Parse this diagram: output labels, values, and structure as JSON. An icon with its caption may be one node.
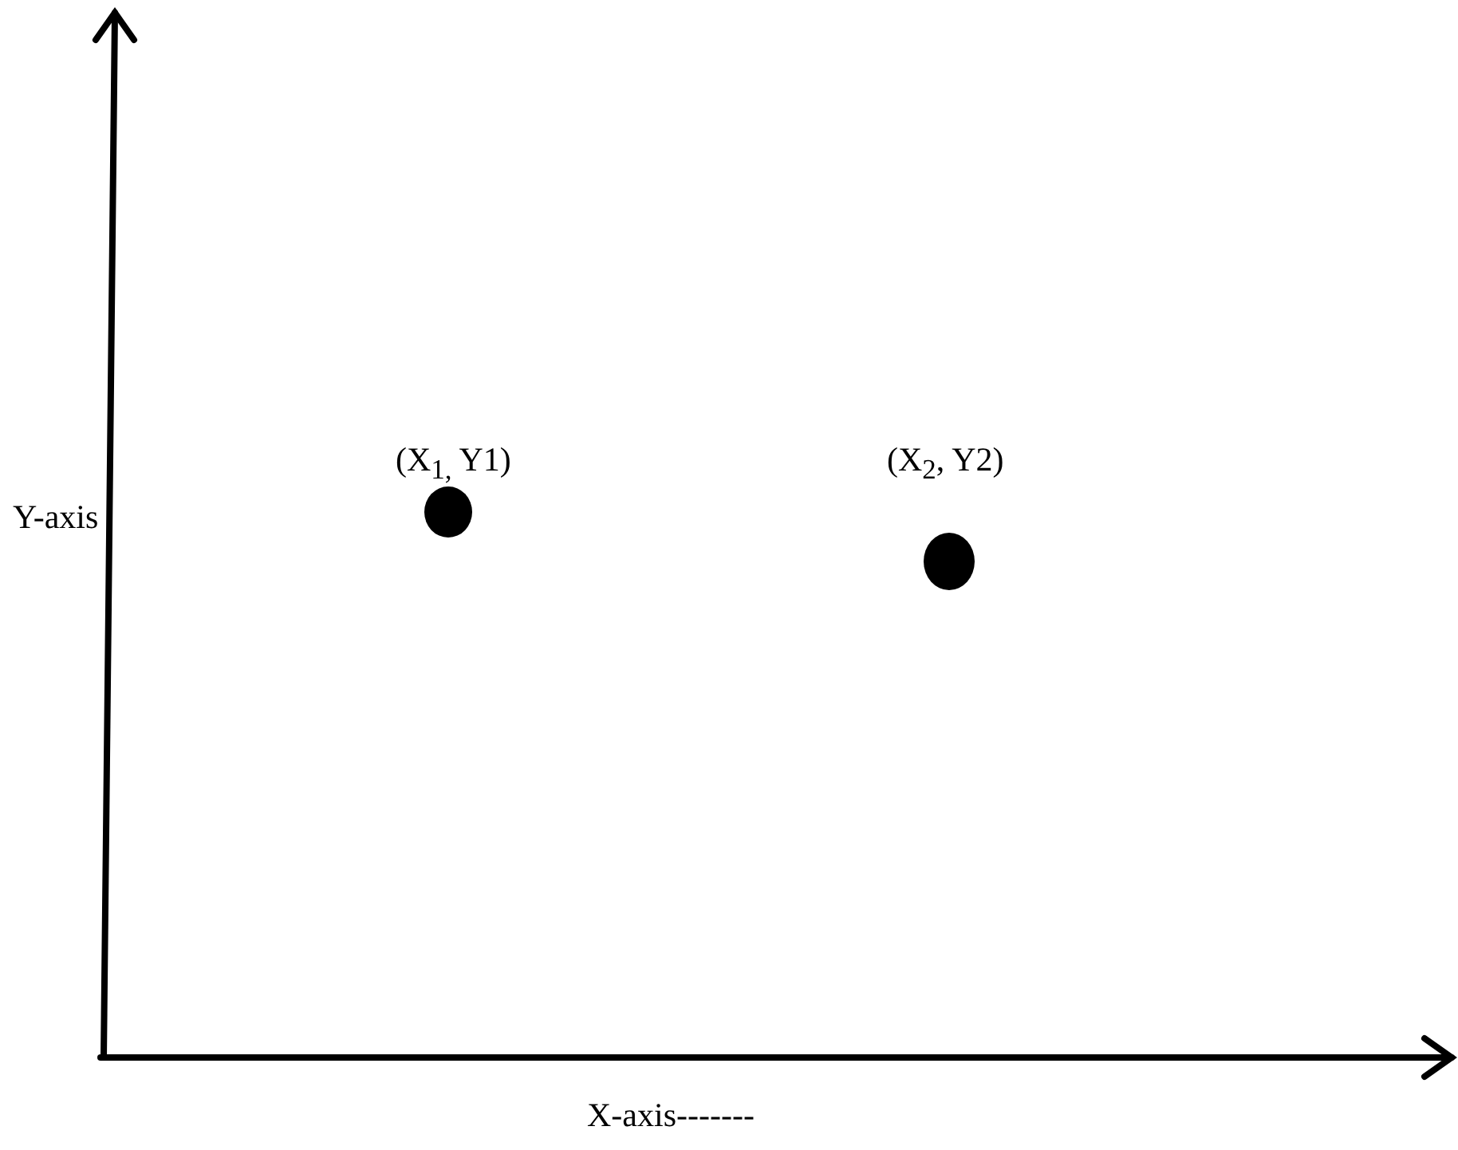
{
  "diagram": {
    "labels": [
      "(X$_{1,}$ Y1)",
      "(X$_{2}$, Y2)",
      "Y-axis",
      "X-axis-------"
    ]
  }
}
